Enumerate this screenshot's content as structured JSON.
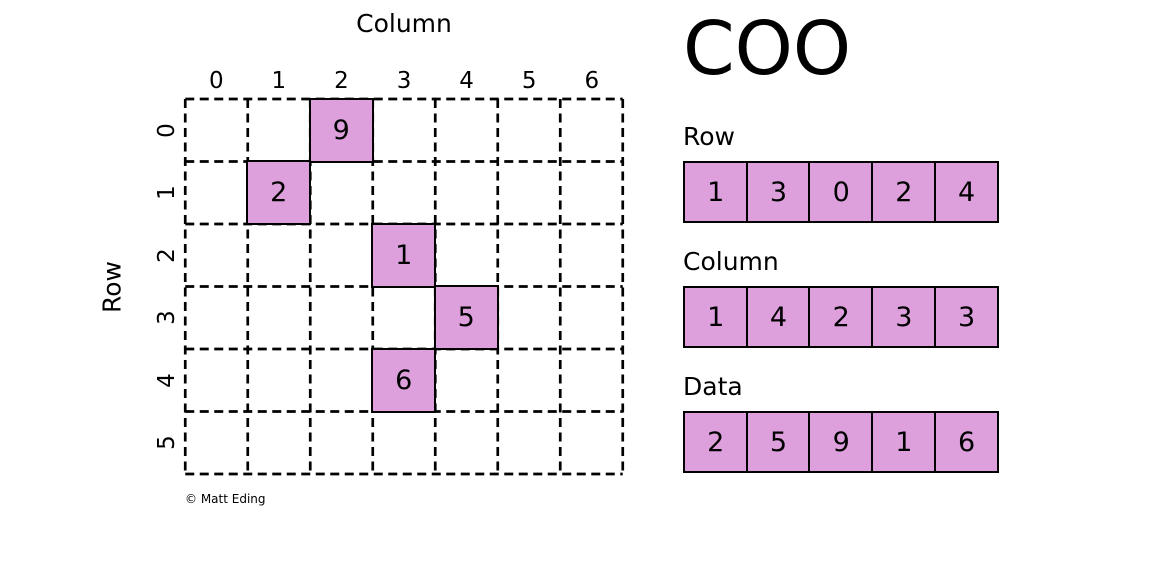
{
  "title": "COO",
  "matrix": {
    "title": "Column",
    "ylabel": "Row",
    "col_labels": [
      "0",
      "1",
      "2",
      "3",
      "4",
      "5",
      "6"
    ],
    "row_labels": [
      "0",
      "1",
      "2",
      "3",
      "4",
      "5"
    ],
    "filled_cells": [
      {
        "row": 0,
        "col": 2,
        "value": "9"
      },
      {
        "row": 1,
        "col": 1,
        "value": "2"
      },
      {
        "row": 2,
        "col": 3,
        "value": "1"
      },
      {
        "row": 3,
        "col": 4,
        "value": "5"
      },
      {
        "row": 4,
        "col": 3,
        "value": "6"
      }
    ],
    "credit": "© Matt Eding"
  },
  "arrays": [
    {
      "label": "Row",
      "values": [
        "1",
        "3",
        "0",
        "2",
        "4"
      ]
    },
    {
      "label": "Column",
      "values": [
        "1",
        "4",
        "2",
        "3",
        "3"
      ]
    },
    {
      "label": "Data",
      "values": [
        "2",
        "5",
        "9",
        "1",
        "6"
      ]
    }
  ],
  "colors": {
    "fill": "#DDA0DD",
    "line": "#000000"
  }
}
